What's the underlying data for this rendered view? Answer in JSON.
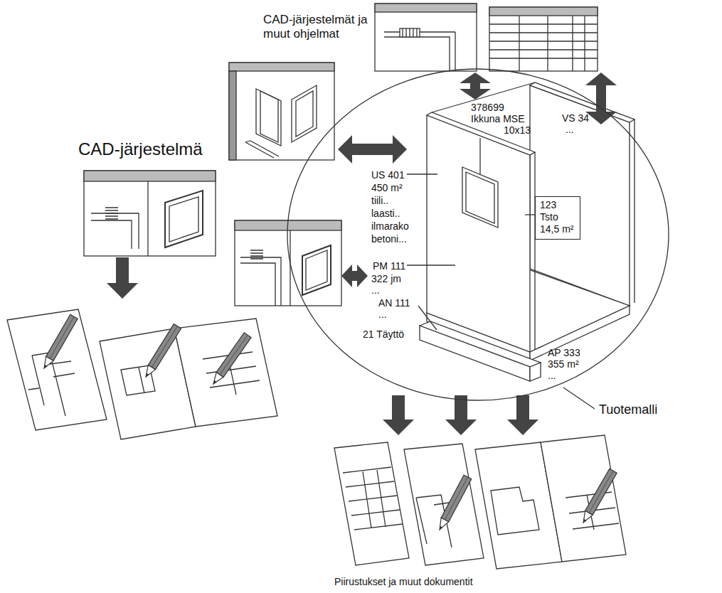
{
  "diagram": {
    "caption": "Piirustukset ja muut dokumentit",
    "nodes": [
      {
        "text": [
          "Tuotemalli"
        ]
      },
      {
        "text": [
          "123",
          "Tsto",
          "14,5 m²"
        ],
        "in": 0
      }
    ],
    "labels": [
      "CAD-järjestelmät ja muut ohjelmat",
      "CAD-järjestelmä",
      "378699",
      "Ikkuna MSE",
      "10x13",
      "VS 34",
      "...",
      "US 401",
      "450 m²",
      "tiili..",
      "laasti..",
      "ilmarako",
      "betoni...",
      "PM 111",
      "322 jm",
      "...",
      "AN 111",
      "...",
      "21 Täyttö",
      "AP 333",
      "355 m²",
      "..."
    ]
  }
}
